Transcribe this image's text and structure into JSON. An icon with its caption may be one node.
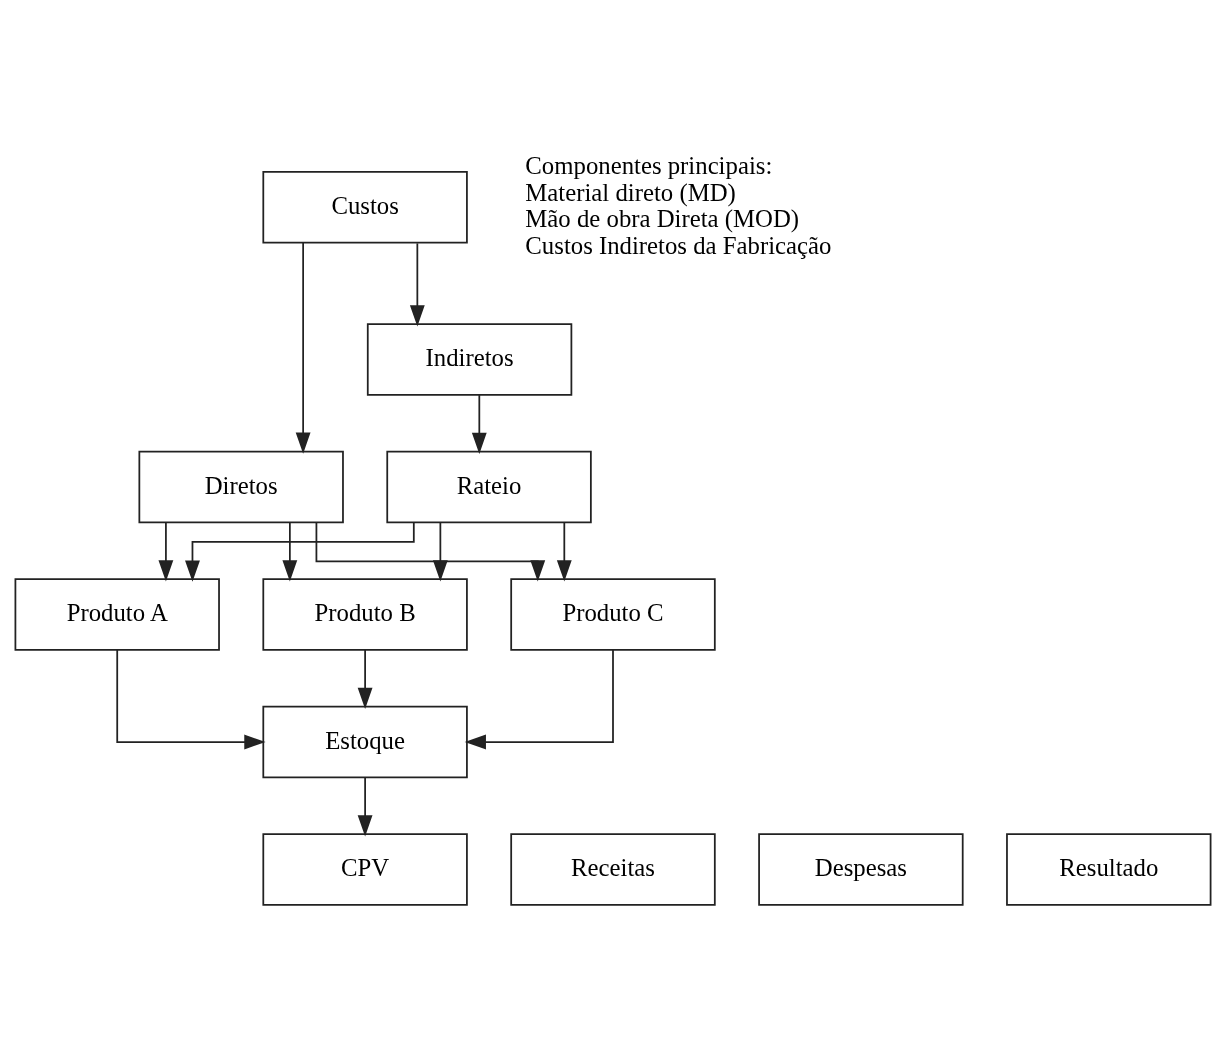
{
  "diagram": {
    "nodes": [
      {
        "text": [
          "Custos"
        ]
      },
      {
        "text": [
          "Diretos"
        ]
      },
      {
        "text": [
          "Indiretos"
        ]
      },
      {
        "text": [
          "Rateio"
        ]
      },
      {
        "text": [
          "Produto A"
        ]
      },
      {
        "text": [
          "Produto B"
        ]
      },
      {
        "text": [
          "Produto C"
        ]
      },
      {
        "text": [
          "Estoque"
        ]
      },
      {
        "text": [
          "Receitas"
        ]
      },
      {
        "text": [
          "CPV"
        ]
      },
      {
        "text": [
          "Despesas"
        ]
      },
      {
        "text": [
          "Resultado"
        ]
      }
    ],
    "edges": [
      {
        "from": 0,
        "to": 1,
        "arrow": "to"
      },
      {
        "from": 0,
        "to": 2,
        "arrow": "to"
      },
      {
        "from": 2,
        "to": 3,
        "arrow": "to"
      },
      {
        "from": 1,
        "to": 4,
        "arrow": "to"
      },
      {
        "from": 1,
        "to": 5,
        "arrow": "to"
      },
      {
        "from": 1,
        "to": 6,
        "arrow": "to"
      },
      {
        "from": 3,
        "to": 4,
        "arrow": "to"
      },
      {
        "from": 3,
        "to": 5,
        "arrow": "to"
      },
      {
        "from": 3,
        "to": 6,
        "arrow": "to"
      },
      {
        "from": 4,
        "to": 7,
        "arrow": "to"
      },
      {
        "from": 5,
        "to": 7,
        "arrow": "to"
      },
      {
        "from": 6,
        "to": 7,
        "arrow": "to"
      },
      {
        "from": 7,
        "to": 9,
        "arrow": "to"
      }
    ],
    "labels": [
      "Componentes principais:",
      "Material direto (MD)",
      "Mão de obra Direta (MOD)",
      "Custos Indiretos da Fabricação"
    ]
  }
}
